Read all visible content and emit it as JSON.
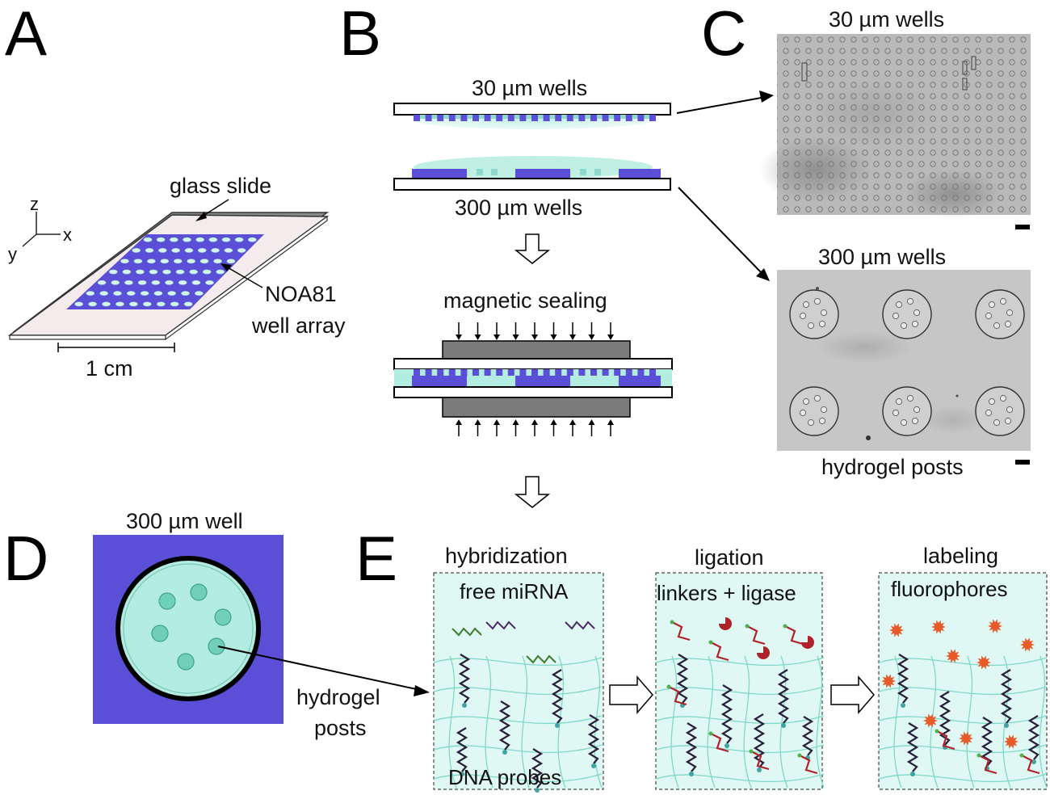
{
  "panels": {
    "a": "A",
    "b": "B",
    "c": "C",
    "d": "D",
    "e": "E"
  },
  "panel_a": {
    "glass_slide": "glass slide",
    "noa81": "NOA81",
    "well_array": "well array",
    "scale": "1 cm",
    "axis_x": "x",
    "axis_y": "y",
    "axis_z": "z"
  },
  "panel_b": {
    "wells_30": "30 µm wells",
    "wells_300": "300 µm wells",
    "magnetic_sealing": "magnetic sealing"
  },
  "panel_c": {
    "top_title": "30 µm wells",
    "bottom_title": "300 µm wells",
    "bottom_caption": "hydrogel posts"
  },
  "panel_d": {
    "title": "300 µm well",
    "hydrogel": "hydrogel",
    "posts": "posts"
  },
  "panel_e": {
    "step1_title": "hybridization",
    "step1_sub": "free miRNA",
    "step1_bottom": "DNA probes",
    "step2_title": "ligation",
    "step2_sub": "linkers + ligase",
    "step3_title": "labeling",
    "step3_sub": "fluorophores"
  },
  "colors": {
    "noa_purple": "#5a4fd6",
    "hydrogel_cyan": "#b3ece0",
    "linker_red": "#b0222a",
    "fluor_orange": "#e95a2a",
    "probe_dark": "#2a1f3a"
  }
}
